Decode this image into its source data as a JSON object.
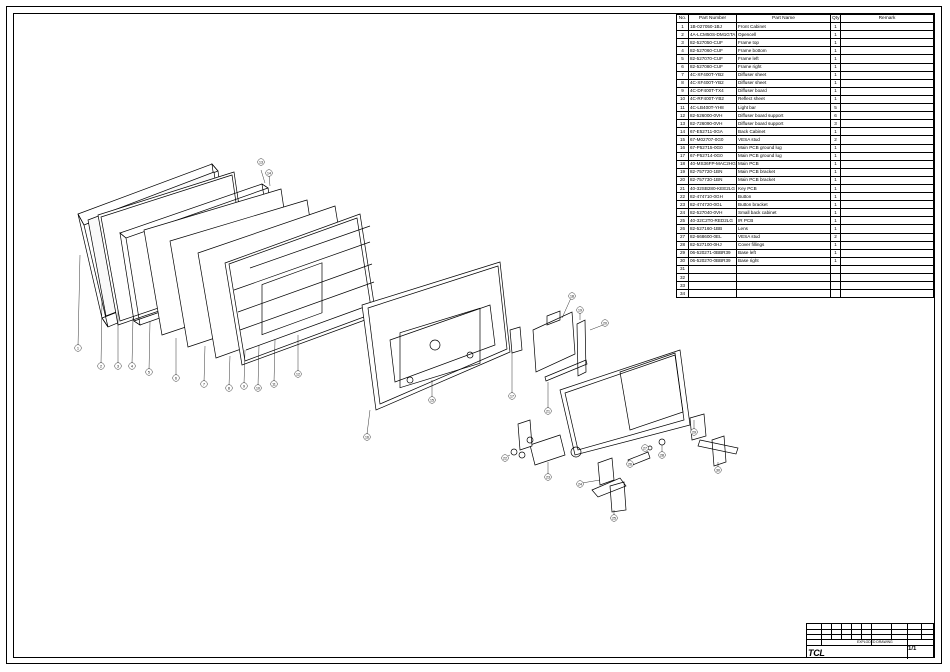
{
  "table": {
    "headers": [
      "No.",
      "Part Number",
      "Part Name",
      "Qty",
      "Remark"
    ],
    "rows": [
      [
        "1",
        "1B-027050-1BJ",
        "Front Cabinet",
        "1",
        ""
      ],
      [
        "2",
        "4A-LCM50S-DM1GTA",
        "Opencell",
        "1",
        ""
      ],
      [
        "3",
        "82-527050-CUF",
        "Frame top",
        "1",
        ""
      ],
      [
        "4",
        "82-527060-CUF",
        "Frame bottom",
        "1",
        ""
      ],
      [
        "5",
        "82-527070-CUF",
        "Frame left",
        "1",
        ""
      ],
      [
        "6",
        "82-527080-CUF",
        "Frame right",
        "1",
        ""
      ],
      [
        "7",
        "4C-XF400T-YB2",
        "Diffuser sheet",
        "1",
        ""
      ],
      [
        "8",
        "4C-XF400T-YB2",
        "Diffuser sheet",
        "1",
        ""
      ],
      [
        "9",
        "4C-DF400T-TX4",
        "Diffuser board",
        "1",
        ""
      ],
      [
        "10",
        "4C-RF400T-YB2",
        "Reflect sheet",
        "1",
        ""
      ],
      [
        "11",
        "4C-LB400T-YH8",
        "Light bar",
        "5",
        ""
      ],
      [
        "12",
        "82-526000-0VH",
        "Diffuser board support",
        "6",
        ""
      ],
      [
        "13",
        "82-726090-0VH",
        "Diffuser board support",
        "3",
        ""
      ],
      [
        "14",
        "67-E52711-0GA",
        "Back Cabinet",
        "1",
        ""
      ],
      [
        "15",
        "67-M02707-0G0",
        "VESA stud",
        "2",
        ""
      ],
      [
        "16",
        "67-P52715-0G0",
        "Main PCB ground lug",
        "1",
        ""
      ],
      [
        "17",
        "67-P52714-0G0",
        "Main PCB ground lug",
        "1",
        ""
      ],
      [
        "18",
        "40-MS36FP-MAC2HG",
        "Main PCB",
        "1",
        ""
      ],
      [
        "19",
        "82-757720-1BN",
        "Main PCB bracket",
        "1",
        ""
      ],
      [
        "20",
        "82-757730-1BN",
        "Main PCB bracket",
        "1",
        ""
      ],
      [
        "21",
        "40-32SB280-KEE2LG",
        "Key PCB",
        "1",
        ""
      ],
      [
        "22",
        "82-474710-0GH",
        "Button",
        "1",
        ""
      ],
      [
        "23",
        "82-474720-0GL",
        "Button bracket",
        "1",
        ""
      ],
      [
        "24",
        "82-527040-0VH",
        "Small back cabinet",
        "1",
        ""
      ],
      [
        "25",
        "40-32C2T0-RED2LG",
        "IR PCB",
        "1",
        ""
      ],
      [
        "26",
        "82-527160-1BB",
        "Lens",
        "1",
        ""
      ],
      [
        "27",
        "82-668600-0EL",
        "VESA stud",
        "2",
        ""
      ],
      [
        "28",
        "82-527100-0HJ",
        "Cover fillings",
        "1",
        ""
      ],
      [
        "29",
        "06-520271-0BBR39",
        "Base left",
        "1",
        ""
      ],
      [
        "30",
        "06-520270-0BBR39",
        "Base right",
        "1",
        ""
      ],
      [
        "31",
        "",
        "",
        "",
        ""
      ],
      [
        "32",
        "",
        "",
        "",
        ""
      ],
      [
        "33",
        "",
        "",
        "",
        ""
      ],
      [
        "34",
        "",
        "",
        "",
        ""
      ]
    ]
  },
  "diagram": {
    "callouts": [
      "1",
      "2",
      "3",
      "4",
      "5",
      "6",
      "7",
      "8",
      "9",
      "10",
      "11",
      "12",
      "13",
      "14",
      "15",
      "16",
      "17",
      "18",
      "19",
      "20",
      "21",
      "22",
      "23",
      "24",
      "25",
      "26",
      "27",
      "28",
      "29",
      "30"
    ]
  },
  "title_block": {
    "model_text": "EXPLODED DRAWING",
    "company_logo": "TCL",
    "sheet": "1/1"
  }
}
